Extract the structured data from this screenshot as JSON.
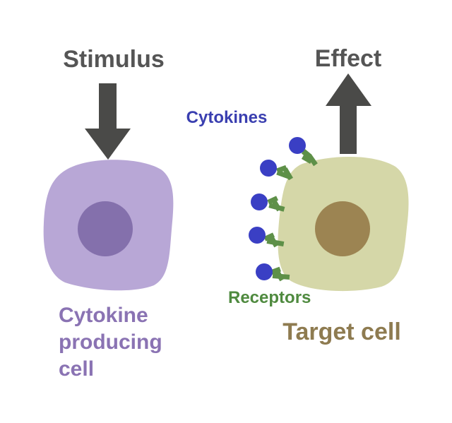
{
  "labels": {
    "stimulus": "Stimulus",
    "effect": "Effect",
    "cytokines": "Cytokines",
    "receptors": "Receptors",
    "producing_cell_line1": "Cytokine",
    "producing_cell_line2": "producing",
    "producing_cell_line3": "cell",
    "target_cell": "Target cell"
  },
  "colors": {
    "arrow": "#4a4a48",
    "label_dark": "#555555",
    "cytokine": "#3a3fc4",
    "cytokines_text": "#3a3fb0",
    "receptor": "#5e9048",
    "receptors_text": "#4f8a3f",
    "producing_cell_body": "#b8a7d6",
    "producing_cell_nucleus": "#8470ac",
    "producing_cell_text": "#8a73b3",
    "target_cell_body": "#d5d7a8",
    "target_cell_nucleus": "#9c8452",
    "target_cell_text": "#8e7b50"
  }
}
